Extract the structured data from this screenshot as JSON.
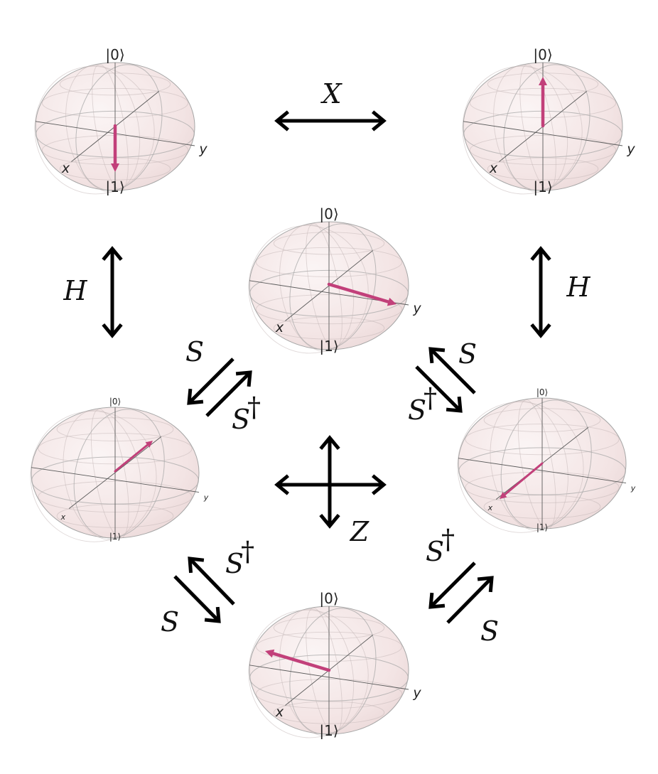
{
  "colors": {
    "state_vector": "#c2407a",
    "sphere_fill": "#f7ecec",
    "arrow": "#000000"
  },
  "spheres": [
    {
      "id": "ket-one",
      "ket_top": "|0⟩",
      "ket_bottom": "|1⟩",
      "x_label": "x",
      "y_label": "y"
    },
    {
      "id": "ket-zero",
      "ket_top": "|0⟩",
      "ket_bottom": "|1⟩",
      "x_label": "x",
      "y_label": "y"
    },
    {
      "id": "plus-y",
      "ket_top": "|0⟩",
      "ket_bottom": "|1⟩",
      "x_label": "x",
      "y_label": "y"
    },
    {
      "id": "minus",
      "ket_top": "|0⟩",
      "ket_bottom": "|1⟩",
      "x_label": "x",
      "y_label": "y"
    },
    {
      "id": "plus",
      "ket_top": "|0⟩",
      "ket_bottom": "|1⟩",
      "x_label": "x",
      "y_label": "y"
    },
    {
      "id": "minus-y",
      "ket_top": "|0⟩",
      "ket_bottom": "|1⟩",
      "x_label": "x",
      "y_label": "y"
    }
  ],
  "gates": {
    "x_top": "X",
    "h_left": "H",
    "h_right": "H",
    "z_center": "Z",
    "s": "S",
    "dagger": "†"
  }
}
